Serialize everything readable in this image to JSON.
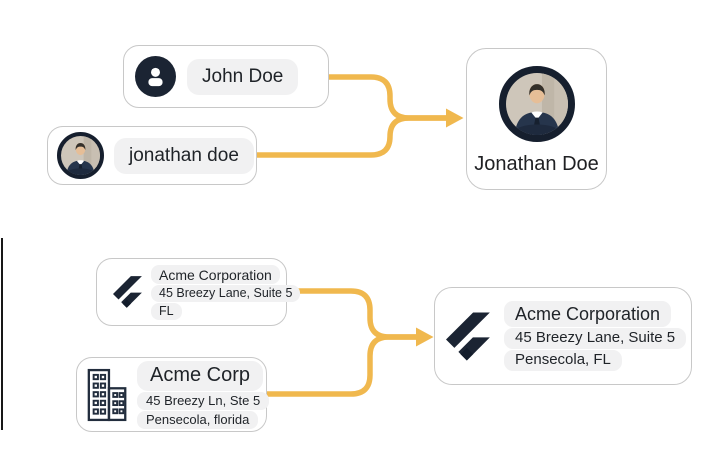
{
  "diagram": {
    "people": {
      "sources": [
        {
          "name": "John Doe",
          "icon": "person-icon"
        },
        {
          "name": "jonathan doe",
          "icon": "profile-photo"
        }
      ],
      "merged": {
        "name": "Jonathan Doe",
        "icon": "profile-photo"
      }
    },
    "companies": {
      "sources": [
        {
          "name": "Acme Corporation",
          "address1": "45 Breezy Lane, Suite 5",
          "address2": "FL",
          "icon": "flutter-logo"
        },
        {
          "name": "Acme Corp",
          "address1": "45 Breezy Ln, Ste 5",
          "address2": "Pensecola, florida",
          "icon": "office-building-icon"
        }
      ],
      "merged": {
        "name": "Acme Corporation",
        "address1": "45 Breezy Lane, Suite 5",
        "address2": "Pensecola, FL",
        "icon": "flutter-logo"
      }
    },
    "colors": {
      "connector": "#F0B84E",
      "navy": "#1B2433",
      "pill_bg": "#F1F1F2",
      "card_border": "#C8C8C8",
      "text": "#202124"
    }
  }
}
